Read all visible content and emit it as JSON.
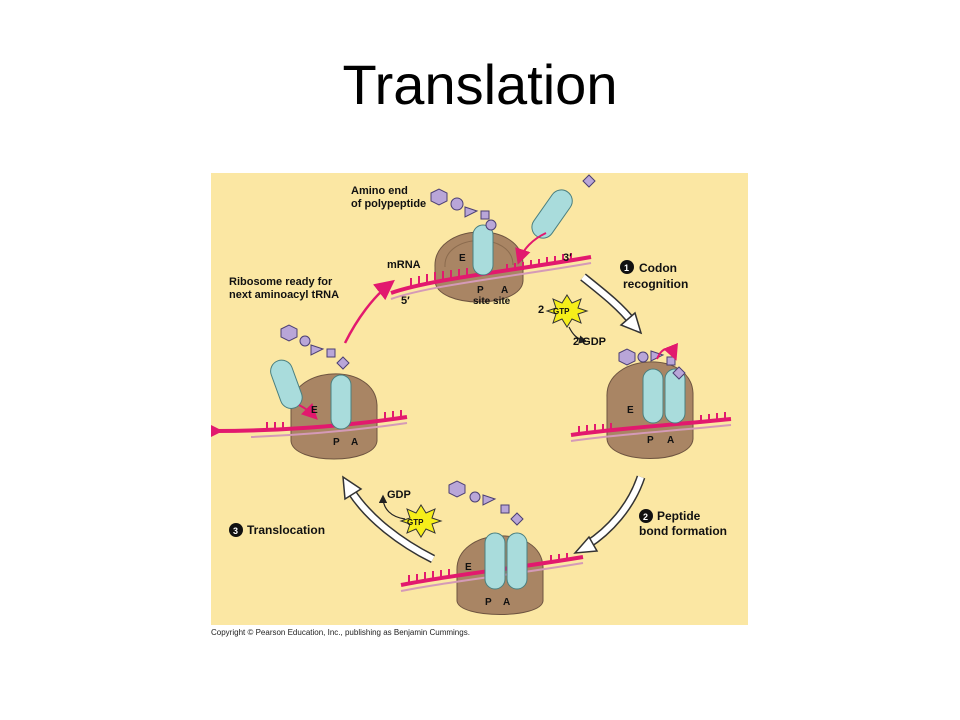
{
  "title": "Translation",
  "labels": {
    "amino_end_line1": "Amino end",
    "amino_end_line2": "of polypeptide",
    "mrna": "mRNA",
    "three_prime": "3′",
    "five_prime": "5′",
    "e_site": "E",
    "p_site": "P",
    "a_site": "A",
    "site_site": "site site",
    "ready_line1": "Ribosome ready for",
    "ready_line2": "next aminoacyl tRNA",
    "step1_number": "1",
    "step1_line1": "Codon",
    "step1_line2": "recognition",
    "step2_number": "2",
    "step2_line1": "Peptide",
    "step2_line2": "bond formation",
    "step3_number": "3",
    "step3_line1": "Translocation",
    "gtp": "GTP",
    "gtp_count": "2",
    "two_gdp": "2 GDP",
    "gdp": "GDP"
  },
  "copyright": "Copyright © Pearson Education, Inc., publishing as Benjamin Cummings.",
  "colors": {
    "background": "#fbe7a3",
    "ribosome": "#a98564",
    "trna": "#a9dcdc",
    "mrna": "#e2196e",
    "arrow": "#e2196e",
    "gtp_star": "#f6ee1a",
    "amino_acid": "#b9a6d8"
  }
}
